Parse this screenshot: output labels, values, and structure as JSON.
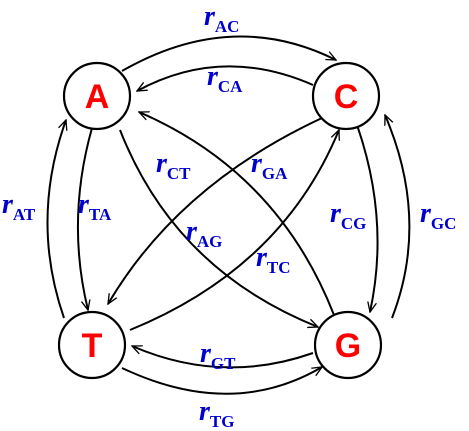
{
  "colors": {
    "node_label": "#ff0000",
    "rate_label": "#0000cc",
    "line": "#000000"
  },
  "nodes": {
    "A": {
      "label": "A"
    },
    "C": {
      "label": "C"
    },
    "T": {
      "label": "T"
    },
    "G": {
      "label": "G"
    }
  },
  "rates": {
    "AC": {
      "main": "r",
      "sub": "AC"
    },
    "CA": {
      "main": "r",
      "sub": "CA"
    },
    "CT": {
      "main": "r",
      "sub": "CT"
    },
    "GA": {
      "main": "r",
      "sub": "GA"
    },
    "AT": {
      "main": "r",
      "sub": "AT"
    },
    "TA": {
      "main": "r",
      "sub": "TA"
    },
    "AG": {
      "main": "r",
      "sub": "AG"
    },
    "TC": {
      "main": "r",
      "sub": "TC"
    },
    "CG": {
      "main": "r",
      "sub": "CG"
    },
    "GC": {
      "main": "r",
      "sub": "GC"
    },
    "GT": {
      "main": "r",
      "sub": "GT"
    },
    "TG": {
      "main": "r",
      "sub": "TG"
    }
  }
}
